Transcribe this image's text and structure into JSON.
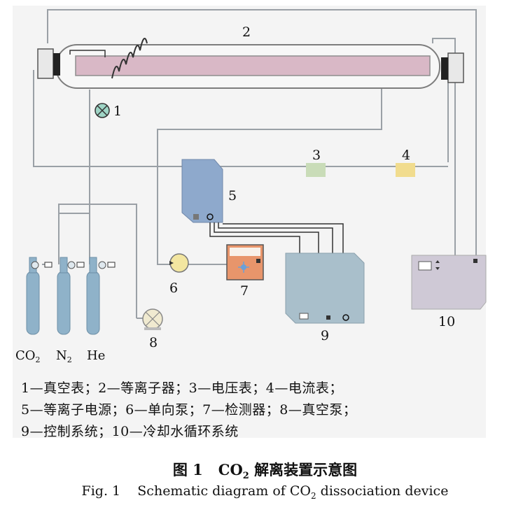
{
  "labels": {
    "n1": "1",
    "n2": "2",
    "n3": "3",
    "n4": "4",
    "n5": "5",
    "n6": "6",
    "n7": "7",
    "n8": "8",
    "n9": "9",
    "n10": "10",
    "gas_co2": "CO",
    "gas_co2_sub": "2",
    "gas_n2": "N",
    "gas_n2_sub": "2",
    "gas_he": "He"
  },
  "legend": {
    "line1": "1—真空表；2—等离子器；3—电压表；4—电流表；",
    "line2": "5—等离子电源；6—单向泵；7—检测器；8—真空泵；",
    "line3": "9—控制系统；10—冷却水循环系统"
  },
  "caption": {
    "cn_num": "图 1",
    "cn_pre": "CO",
    "cn_sub": "2",
    "cn_post": " 解离装置示意图",
    "en_pre": "Fig. 1    Schematic diagram of CO",
    "en_sub": "2",
    "en_post": " dissociation device"
  },
  "colors": {
    "tube": "#d9b8c6",
    "line": "#9aa0a6",
    "cylinder": "#8fb2c9",
    "source": "#8ea9cc",
    "control": "#a9bfcb",
    "cooling": "#cfc9d6",
    "detector": "#e8956b",
    "voltmeter": "#c9dcb8",
    "ammeter": "#f1dc8e",
    "pump": "#f3e6a0"
  }
}
